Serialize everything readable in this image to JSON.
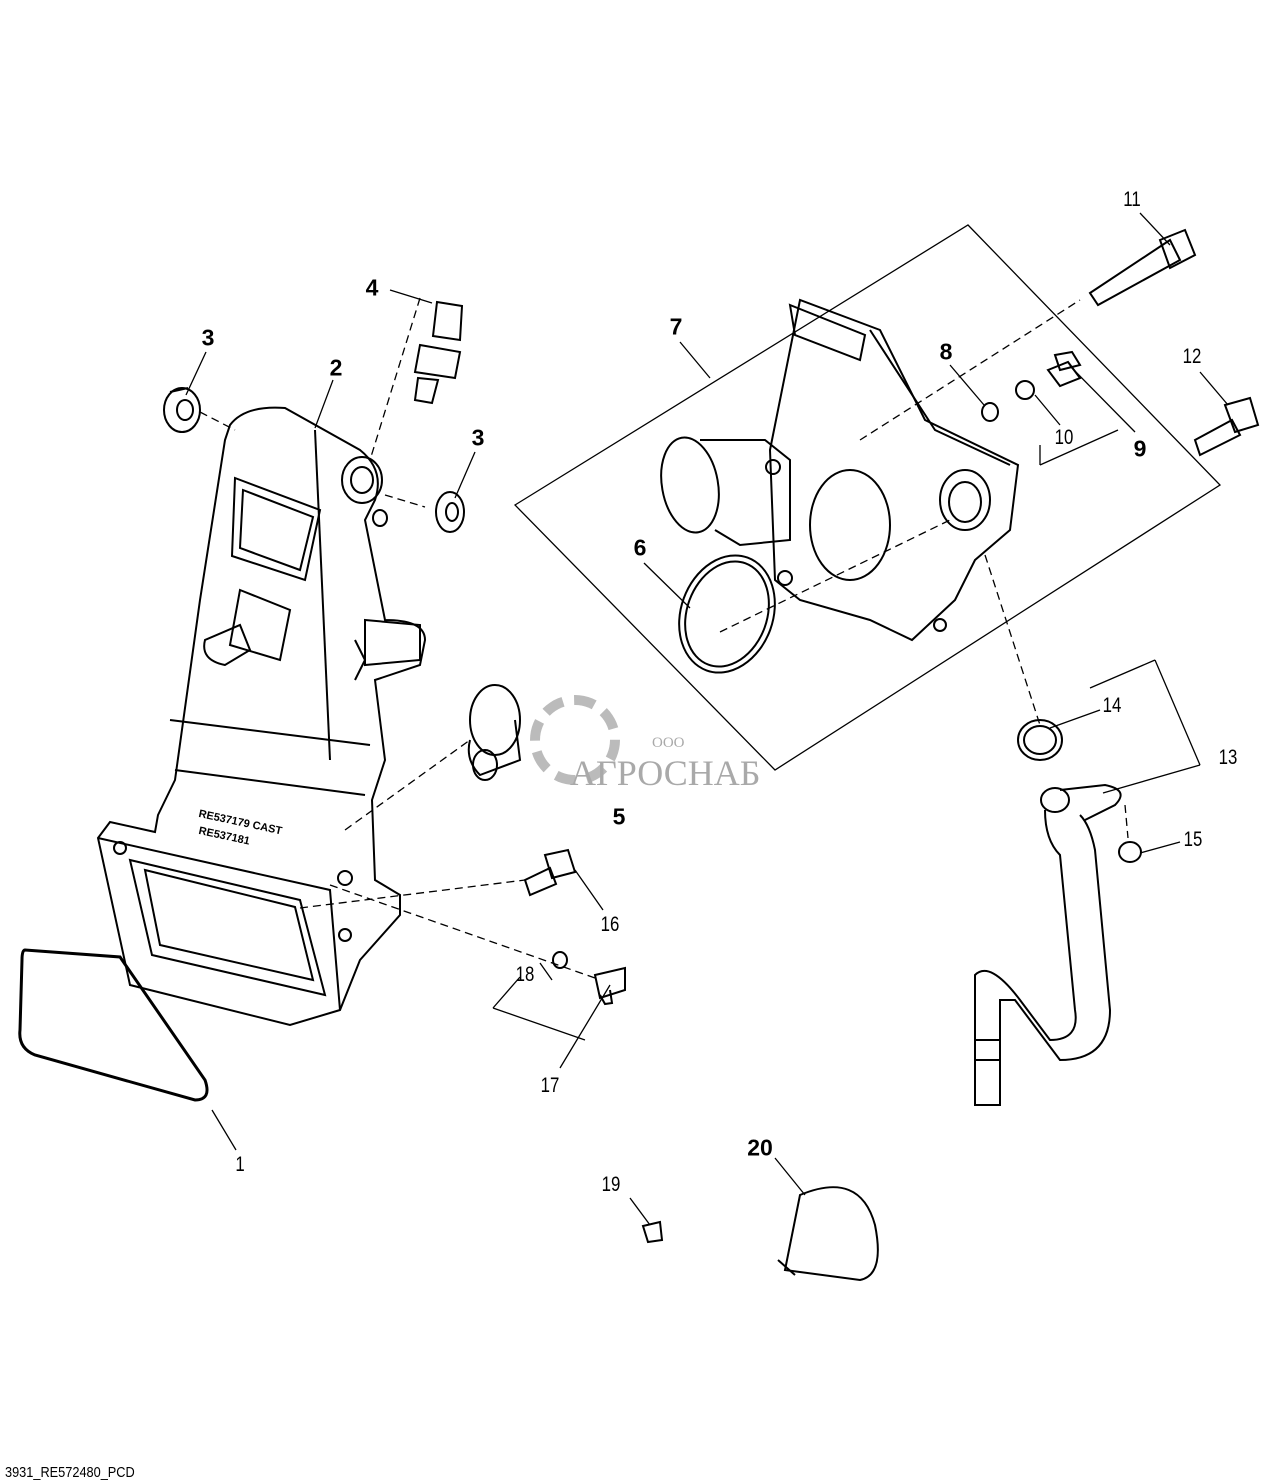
{
  "diagram": {
    "footer_code": "3931_RE572480_PCD",
    "cast_marks": [
      "RE537179  CAST",
      "RE537181"
    ],
    "watermark": {
      "prefix": "ООО",
      "name": "АГРОСНАБ"
    },
    "callouts": [
      "1",
      "2",
      "3",
      "3",
      "4",
      "5",
      "6",
      "7",
      "8",
      "9",
      "10",
      "11",
      "12",
      "13",
      "14",
      "15",
      "16",
      "17",
      "18",
      "19",
      "20"
    ]
  }
}
